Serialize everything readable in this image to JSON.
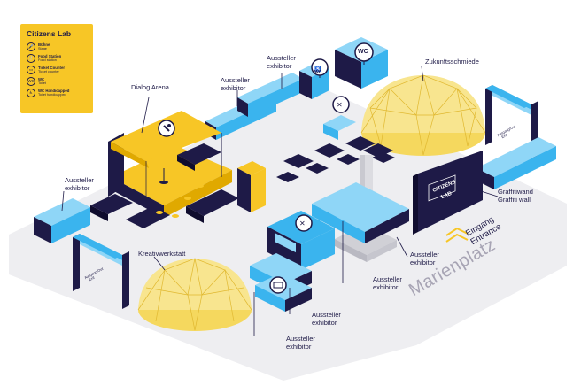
{
  "legend": {
    "title": "Citizens Lab",
    "items": [
      {
        "icon": "mic-icon",
        "glyph": "🎤",
        "label": "Bühne",
        "sub": "Stage"
      },
      {
        "icon": "food-icon",
        "glyph": "🍴",
        "label": "Food Station",
        "sub": "Food station"
      },
      {
        "icon": "ticket-icon",
        "glyph": "▭",
        "label": "Ticket Counter",
        "sub": "Ticket counter"
      },
      {
        "icon": "wc-icon",
        "glyph": "WC",
        "label": "WC",
        "sub": "Toilet"
      },
      {
        "icon": "accessible-wc-icon",
        "glyph": "♿",
        "label": "WC Handicapped",
        "sub": "Toilet handicapped"
      }
    ]
  },
  "areas": {
    "dialog_arena": "Dialog Arena",
    "kreativwerkstatt": "Kreativwerkstatt",
    "zukunftsschmiede": "Zukunftsschmiede",
    "graffitiwand": "Graffitiwand",
    "graffiti_wall": "Graffiti wall",
    "place": "Marienplatz",
    "entrance_de": "Eingang",
    "entrance_en": "Entrance"
  },
  "exhibitor": {
    "de": "Aussteller",
    "en": "exhibitor"
  },
  "signs": {
    "wc": "WC",
    "accessible_wc": "WC",
    "citizens_lab_top": "CITIZENS",
    "citizens_lab_bottom": "LAB"
  },
  "arches": {
    "de": "Ausgang/Out",
    "en": "Exit"
  },
  "colors": {
    "navy": "#1e1a47",
    "yellow": "#f7c626",
    "light_yellow": "#f8e58f",
    "blue": "#3ab4ee",
    "light_blue": "#8fd6f7",
    "floor": "#eeeef1"
  }
}
